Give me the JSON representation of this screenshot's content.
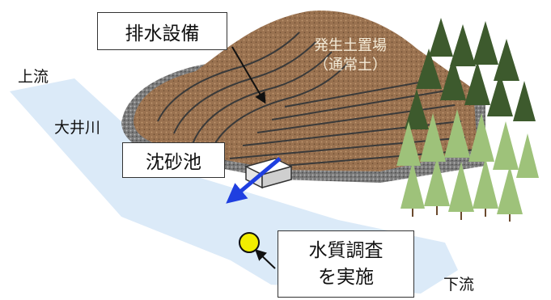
{
  "labels": {
    "upstream": "上流",
    "downstream": "下流",
    "river": "大井川",
    "drainage": "排水設備",
    "sand_basin": "沈砂池",
    "site_line1": "発生土置場",
    "site_line2": "（通常土）",
    "survey_line1": "水質調査",
    "survey_line2": "を実施"
  },
  "colors": {
    "river": "#dbeaf8",
    "soil": "#9a7250",
    "terrace_line": "#3a3a3a",
    "gravel": "#6f6f6f",
    "tree_dark": "#3d5a2d",
    "tree_light": "#9ec27a",
    "arrow": "#1f3fe0",
    "survey_point": "#f2ee00"
  }
}
